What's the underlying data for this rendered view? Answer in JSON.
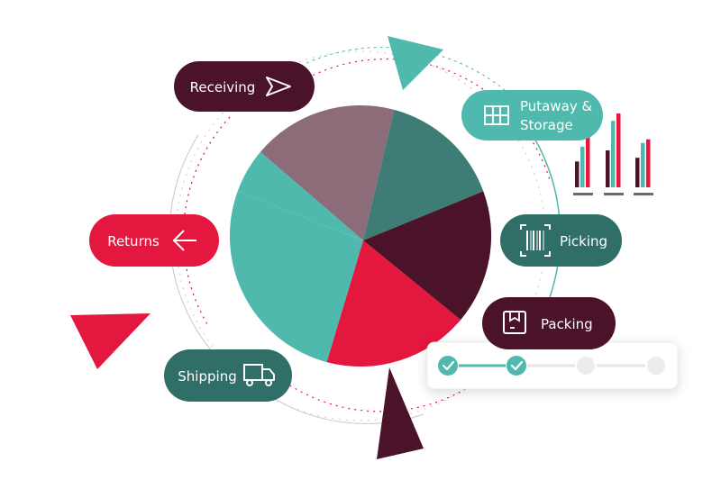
{
  "colors": {
    "teal": "#4fb9ae",
    "dark_teal": "#2f6f68",
    "mauve": "#8d6c7a",
    "crimson": "#e4173e",
    "maroon": "#4b1329",
    "light_grey": "#e6e6e6"
  },
  "pie": {
    "slices": [
      {
        "key": "mauve",
        "color": "#8d6c7a"
      },
      {
        "key": "dark-teal",
        "color": "#3d7d76"
      },
      {
        "key": "maroon",
        "color": "#4b1329"
      },
      {
        "key": "crimson",
        "color": "#e4173e"
      },
      {
        "key": "teal",
        "color": "#4fb9ae"
      }
    ]
  },
  "steps": {
    "receiving": {
      "label": "Receiving",
      "icon": "send-arrow-icon"
    },
    "putaway": {
      "label_line1": "Putaway &",
      "label_line2": "Storage",
      "icon": "shelf-grid-icon"
    },
    "picking": {
      "label": "Picking",
      "icon": "barcode-scan-icon"
    },
    "packing": {
      "label": "Packing",
      "icon": "package-box-icon"
    },
    "shipping": {
      "label": "Shipping",
      "icon": "delivery-truck-icon"
    },
    "returns": {
      "label": "Returns",
      "icon": "arrow-left-icon"
    }
  },
  "progress": {
    "steps_total": 4,
    "steps_completed": 2
  },
  "bar_chart_icon": {
    "groups": [
      {
        "values": [
          0.35,
          0.55,
          0.75
        ]
      },
      {
        "values": [
          0.5,
          0.9,
          1.0
        ]
      },
      {
        "values": [
          0.4,
          0.6,
          0.65
        ]
      }
    ]
  }
}
